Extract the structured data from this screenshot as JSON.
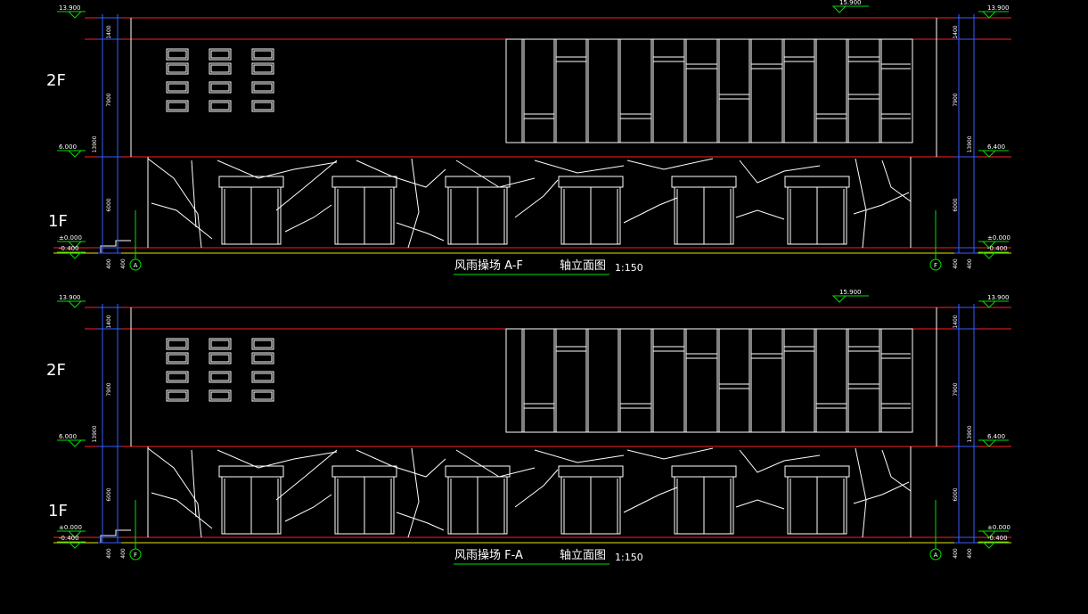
{
  "elevations": [
    {
      "title_cn": "风雨操场 A-F",
      "title_suffix": "轴立面图",
      "scale": "1:150",
      "floor_upper": "2F",
      "floor_lower": "1F",
      "axis_left": "A",
      "axis_right": "F",
      "levels": {
        "top": "15.900",
        "roof_left": "13.900",
        "roof_right": "13.900",
        "floor2_left": "6.000",
        "floor2_right": "6.400",
        "ground_left": "±0.000",
        "ground_right": "±0.000",
        "base_left": "-0.400",
        "base_right": "-0.400"
      },
      "dims": {
        "parapet": "1400",
        "upper": "7900",
        "upper_alt": "13900",
        "lower": "6000",
        "plinth": "400"
      }
    },
    {
      "title_cn": "风雨操场 F-A",
      "title_suffix": "轴立面图",
      "scale": "1:150",
      "floor_upper": "2F",
      "floor_lower": "1F",
      "axis_left": "F",
      "axis_right": "A",
      "levels": {
        "top": "15.900",
        "roof_left": "13.900",
        "roof_right": "13.900",
        "floor2_left": "6.000",
        "floor2_right": "6.400",
        "ground_left": "±0.000",
        "ground_right": "±0.000",
        "base_left": "-0.400",
        "base_right": "-0.400"
      },
      "dims": {
        "parapet": "1400",
        "upper": "7900",
        "upper_alt": "13900",
        "lower": "6000",
        "plinth": "400"
      }
    }
  ]
}
